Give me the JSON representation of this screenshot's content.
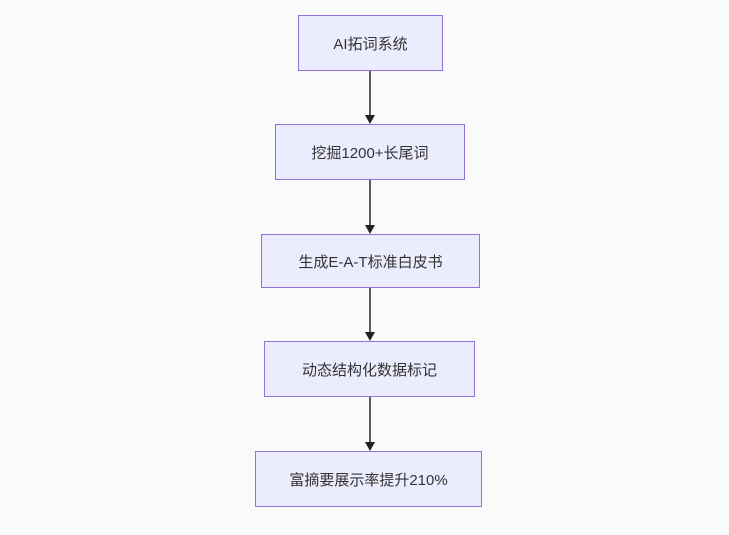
{
  "flowchart": {
    "type": "vertical-flowchart",
    "background_color": "#fafafa",
    "node_fill_color": "#ECECFF",
    "node_border_color": "#9370DB",
    "node_text_color": "#333333",
    "arrow_color": "#333333",
    "nodes": [
      {
        "id": "n1",
        "label": "AI拓词系统"
      },
      {
        "id": "n2",
        "label": "挖掘1200+长尾词"
      },
      {
        "id": "n3",
        "label": "生成E-A-T标准白皮书"
      },
      {
        "id": "n4",
        "label": "动态结构化数据标记"
      },
      {
        "id": "n5",
        "label": "富摘要展示率提升210%"
      }
    ],
    "edges": [
      {
        "from": "n1",
        "to": "n2"
      },
      {
        "from": "n2",
        "to": "n3"
      },
      {
        "from": "n3",
        "to": "n4"
      },
      {
        "from": "n4",
        "to": "n5"
      }
    ]
  }
}
